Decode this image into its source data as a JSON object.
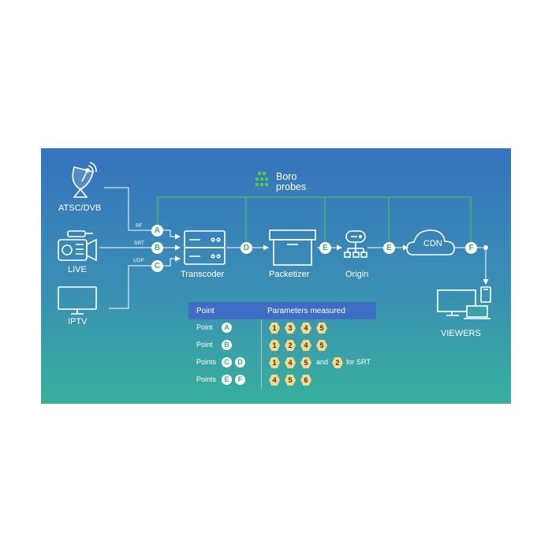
{
  "brand": {
    "line1": "Boro",
    "line2": "probes"
  },
  "sources": [
    {
      "label": "ATSC/DVB",
      "icon": "satellite-dish-icon"
    },
    {
      "label": "LIVE",
      "icon": "video-camera-icon"
    },
    {
      "label": "IPTV",
      "icon": "tv-icon"
    }
  ],
  "protocols": [
    "RF",
    "SRT",
    "UDP"
  ],
  "points": {
    "a": "A",
    "b": "B",
    "c": "C",
    "d": "D",
    "e": "E",
    "f": "F"
  },
  "nodes": {
    "transcoder": "Transcoder",
    "packetizer": "Packetizer",
    "origin": "Origin",
    "cdn": "CDN",
    "viewers": "VIEWERS"
  },
  "table": {
    "header": {
      "point": "Point",
      "params": "Parameters measured"
    },
    "rows": [
      {
        "label": "Point",
        "points": [
          "A"
        ],
        "params": [
          "1",
          "3",
          "4",
          "5"
        ]
      },
      {
        "label": "Point",
        "points": [
          "B"
        ],
        "params": [
          "1",
          "2",
          "4",
          "5"
        ]
      },
      {
        "label": "Points",
        "points": [
          "C",
          "D"
        ],
        "params": [
          "1",
          "4",
          "5"
        ],
        "extra_text": "and",
        "extra_param": "2",
        "extra_suffix": "for SRT"
      },
      {
        "label": "Points",
        "points": [
          "E",
          "F"
        ],
        "params": [
          "4",
          "5",
          "6"
        ]
      }
    ]
  },
  "colors": {
    "accent_green": "#2eb870",
    "hex_fill": "#f6d988",
    "table_header": "#3f6dc6",
    "probe_line": "#4ccb4c"
  }
}
